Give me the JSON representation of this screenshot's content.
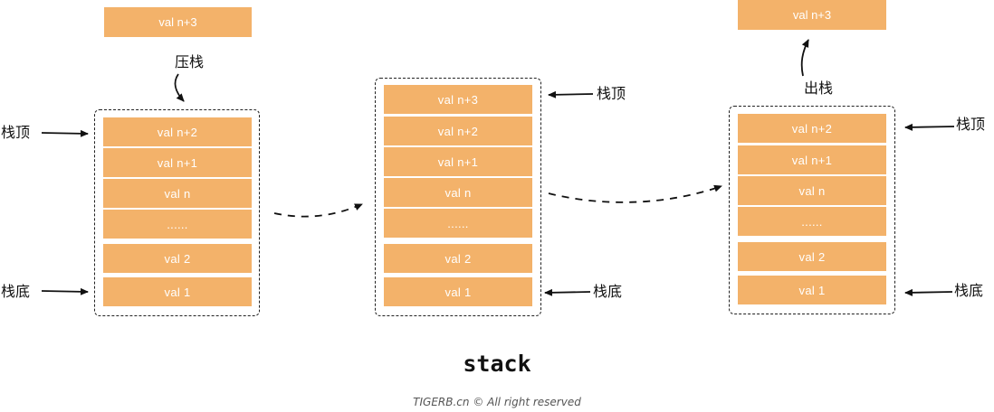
{
  "stack1": {
    "cells": [
      "val n+2",
      "val n+1",
      "val n",
      "......",
      "val 2",
      "val 1"
    ],
    "incoming": "val n+3",
    "action_label": "压栈",
    "top_label": "栈顶",
    "bottom_label": "栈底"
  },
  "stack2": {
    "cells": [
      "val n+3",
      "val n+2",
      "val n+1",
      "val n",
      "......",
      "val 2",
      "val 1"
    ],
    "top_label": "栈顶",
    "bottom_label": "栈底"
  },
  "stack3": {
    "cells": [
      "val n+2",
      "val n+1",
      "val n",
      "......",
      "val 2",
      "val 1"
    ],
    "outgoing": "val n+3",
    "action_label": "出栈",
    "top_label": "栈顶",
    "bottom_label": "栈底"
  },
  "caption": "stack",
  "footer": "TIGERB.cn © All right reserved",
  "colors": {
    "cell": "#f3b26a",
    "cell_text": "#ffffff",
    "line": "#222222"
  }
}
